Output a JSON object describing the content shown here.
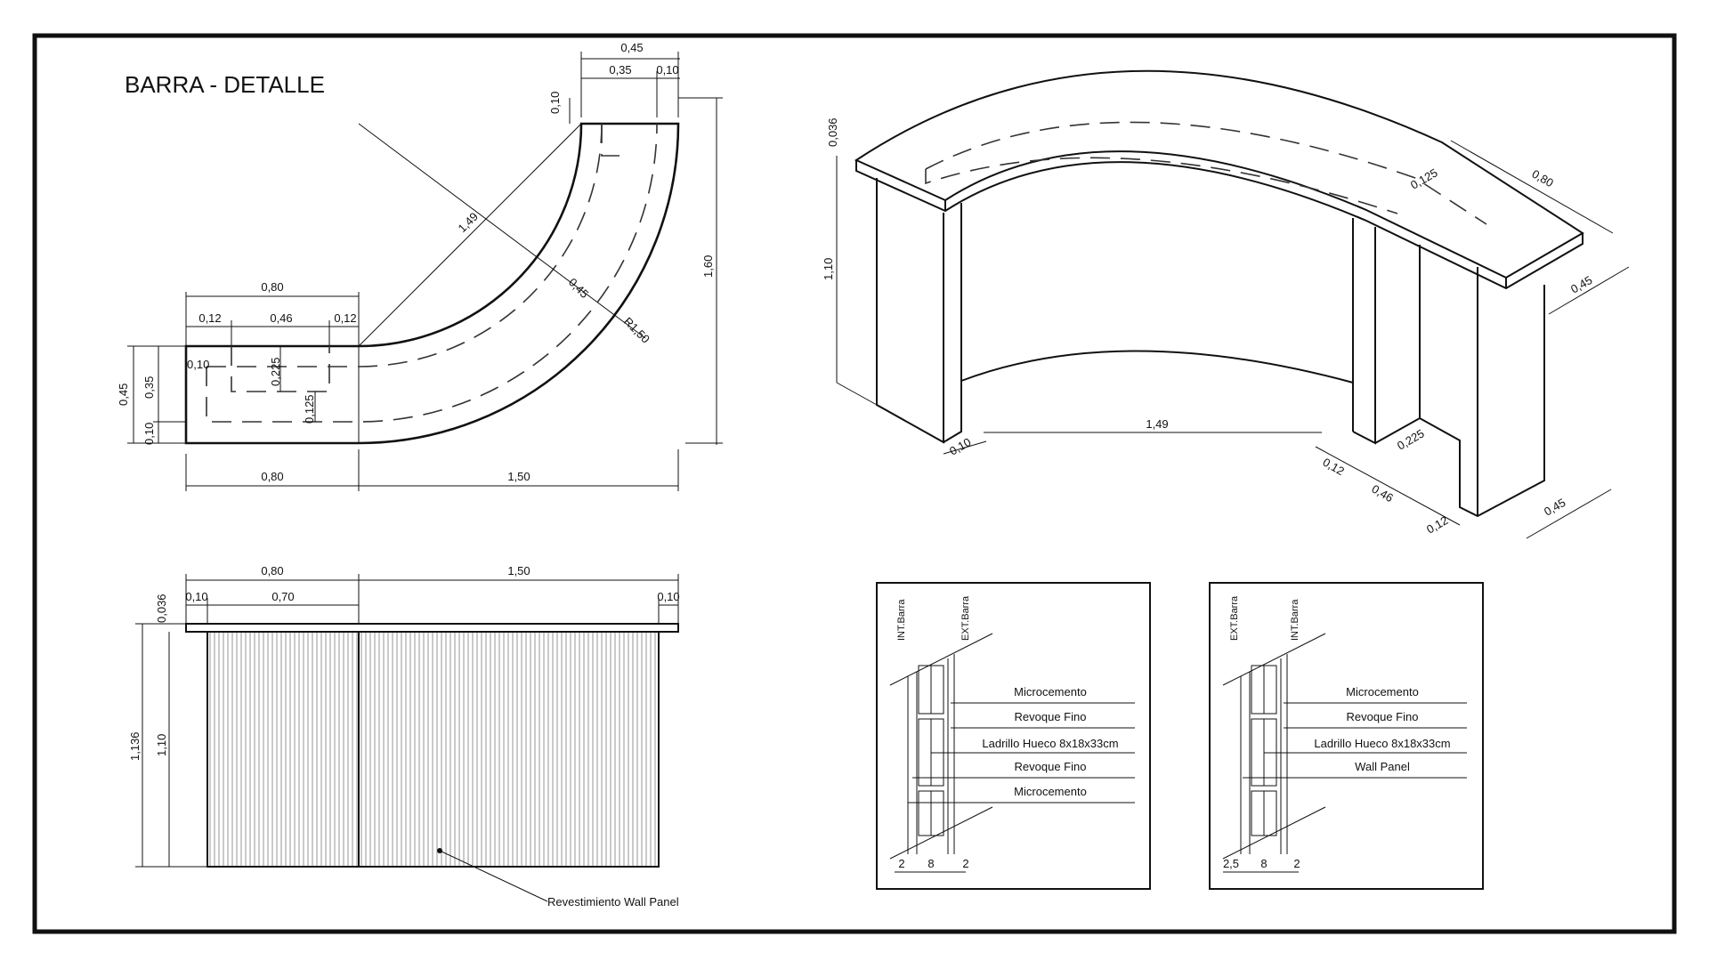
{
  "title": "BARRA - DETALLE",
  "plan": {
    "top": [
      "0,45",
      "0,35",
      "0,10"
    ],
    "top_left": "0,10",
    "diag": "1,49",
    "radius_width": "0,45",
    "radius": "R1,50",
    "right_height": "1,60",
    "mid": [
      "0,80",
      "0,12",
      "0,46",
      "0,12"
    ],
    "left": [
      "0,45",
      "0,35",
      "0,10",
      "0,10"
    ],
    "inner": [
      "0,225",
      "0,125"
    ],
    "bottom": [
      "0,80",
      "1,50"
    ]
  },
  "iso": {
    "top_thk": "0,036",
    "height": "1,10",
    "length": "1,49",
    "right_len": "0,80",
    "right_w": "0,45",
    "inner_off": "0,125",
    "foot": [
      "0,10",
      "0,12",
      "0,46",
      "0,225",
      "0,12",
      "0,45"
    ]
  },
  "elev": {
    "top": [
      "0,80",
      "1,50"
    ],
    "sub": [
      "0,10",
      "0,70",
      "0,10"
    ],
    "thk": "0,036",
    "h1": "1,136",
    "h2": "1,10",
    "note": "Revestimiento Wall Panel"
  },
  "detail1": {
    "int": "INT.Barra",
    "ext": "EXT.Barra",
    "layers": [
      "Microcemento",
      "Revoque Fino",
      "Ladrillo Hueco 8x18x33cm",
      "Revoque Fino",
      "Microcemento"
    ],
    "dims": [
      "2",
      "8",
      "2"
    ]
  },
  "detail2": {
    "ext": "EXT.Barra",
    "int": "INT.Barra",
    "layers": [
      "Microcemento",
      "Revoque Fino",
      "Ladrillo Hueco 8x18x33cm",
      "Wall Panel"
    ],
    "dims": [
      "2,5",
      "8",
      "2"
    ]
  }
}
